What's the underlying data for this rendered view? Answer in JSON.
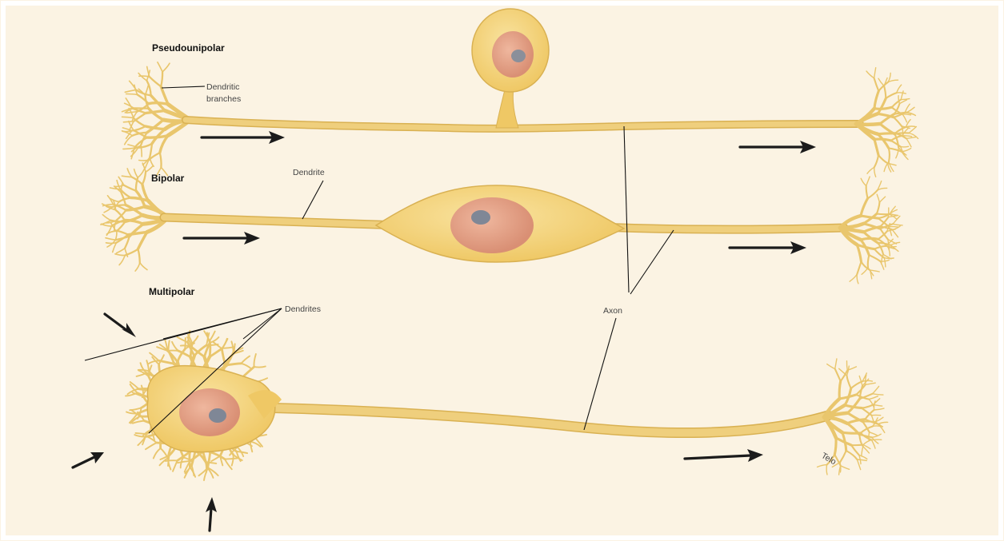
{
  "labels": {
    "pseudounipolar": "Pseudounipolar",
    "bipolar": "Bipolar",
    "multipolar": "Multipolar",
    "dendritic_branches_line1": "Dendritic",
    "dendritic_branches_line2": "branches",
    "dendrite": "Dendrite",
    "dendrites": "Dendrites",
    "axon": "Axon",
    "telodendria": "Telo"
  },
  "colors": {
    "background": "#fbf3e3",
    "neuron_fill": "#f4d98a",
    "neuron_edge": "#d9b152",
    "nucleus": "#e2a389",
    "nucleolus": "#8a8f9a",
    "arrow": "#1b1b1b"
  },
  "icons": {
    "direction_arrow": "signal-direction-arrow-icon"
  }
}
